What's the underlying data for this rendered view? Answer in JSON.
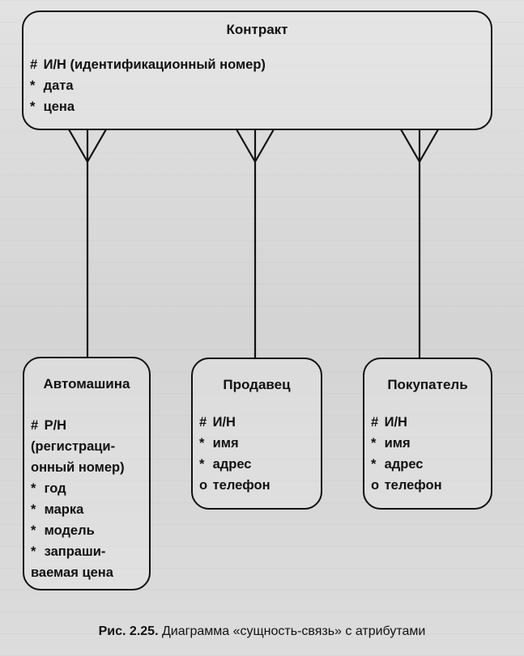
{
  "diagram": {
    "entities": [
      {
        "id": "contract",
        "title": "Контракт",
        "attributes": [
          {
            "marker": "#",
            "text": "И/Н (идентификационный номер)"
          },
          {
            "marker": "*",
            "text": "дата"
          },
          {
            "marker": "*",
            "text": "цена"
          }
        ]
      },
      {
        "id": "car",
        "title": "Автомашина",
        "attributes": [
          {
            "marker": "#",
            "text": "Р/Н"
          },
          {
            "marker": "",
            "text": "(регистраци-"
          },
          {
            "marker": "",
            "text": "онный номер)"
          },
          {
            "marker": "*",
            "text": "год"
          },
          {
            "marker": "*",
            "text": "марка"
          },
          {
            "marker": "*",
            "text": "модель"
          },
          {
            "marker": "*",
            "text": "запраши-"
          },
          {
            "marker": "",
            "text": "ваемая цена"
          }
        ]
      },
      {
        "id": "seller",
        "title": "Продавец",
        "attributes": [
          {
            "marker": "#",
            "text": "И/Н"
          },
          {
            "marker": "*",
            "text": "имя"
          },
          {
            "marker": "*",
            "text": "адрес"
          },
          {
            "marker": "o",
            "text": "телефон"
          }
        ]
      },
      {
        "id": "buyer",
        "title": "Покупатель",
        "attributes": [
          {
            "marker": "#",
            "text": "И/Н"
          },
          {
            "marker": "*",
            "text": "имя"
          },
          {
            "marker": "*",
            "text": "адрес"
          },
          {
            "marker": "o",
            "text": "телефон"
          }
        ]
      }
    ],
    "relationships": [
      {
        "from": "contract",
        "to": "car",
        "from_end": "many",
        "to_end": "one"
      },
      {
        "from": "contract",
        "to": "seller",
        "from_end": "many",
        "to_end": "one"
      },
      {
        "from": "contract",
        "to": "buyer",
        "from_end": "many",
        "to_end": "one"
      }
    ]
  },
  "caption": {
    "figure": "Рис. 2.25.",
    "text": " Диаграмма «сущность-связь» с атрибутами"
  }
}
